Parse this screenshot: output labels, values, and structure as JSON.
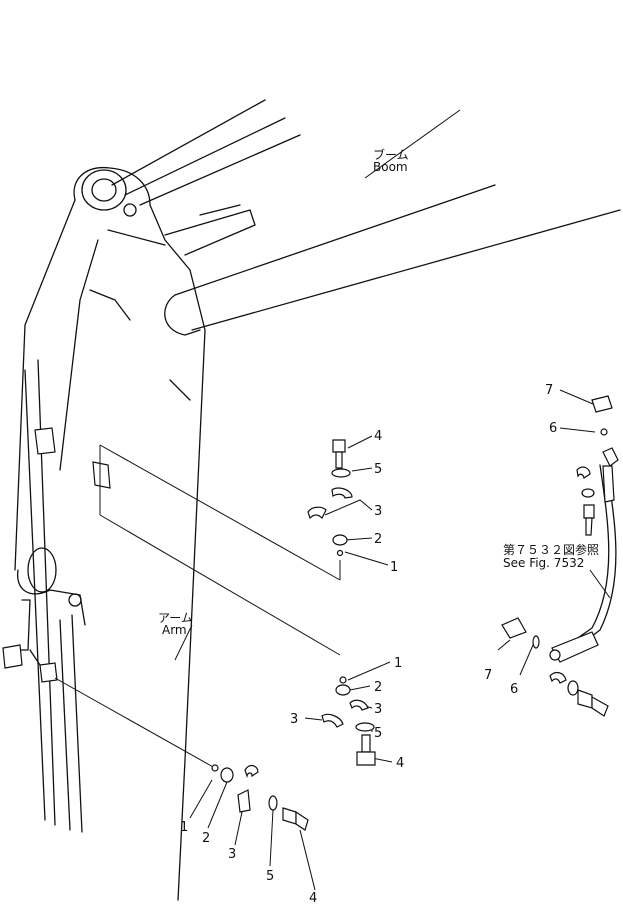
{
  "labels": {
    "boom_jp": "ブーム",
    "boom_en": "Boom",
    "arm_jp": "アーム",
    "arm_en": "Arm",
    "ref_jp": "第７５３２図参照",
    "ref_en": "See Fig. 7532"
  },
  "callouts": {
    "upper_bolt": "4",
    "upper_washer": "5",
    "upper_clamp": "3",
    "upper_plug": "2",
    "upper_oring": "1",
    "mid_oring": "1",
    "mid_plug": "2",
    "mid_clamp_right": "3",
    "mid_clamp_left": "3",
    "mid_washer": "5",
    "mid_bolt": "4",
    "low_oring": "1",
    "low_plug": "2",
    "low_clamp": "3",
    "low_washer": "5",
    "low_bolt": "4",
    "r_top_cap": "7",
    "r_top_oring": "6",
    "r_low_cap": "7",
    "r_low_oring": "6"
  }
}
